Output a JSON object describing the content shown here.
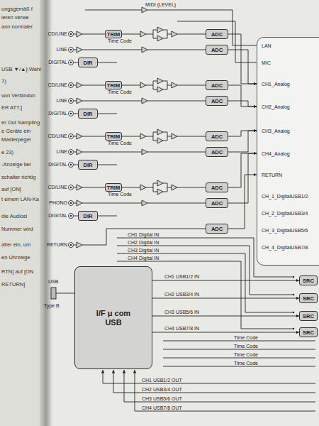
{
  "diagram": {
    "nodes": [
      {
        "text": [
          "TRIM"
        ]
      },
      {
        "text": [
          "ADC"
        ]
      },
      {
        "text": [
          "ADC"
        ]
      },
      {
        "text": [
          "DIR"
        ]
      },
      {
        "text": [
          "TRIM"
        ]
      },
      {
        "text": [
          "ADC"
        ]
      },
      {
        "text": [
          "ADC"
        ]
      },
      {
        "text": [
          "DIR"
        ]
      },
      {
        "text": [
          "TRIM"
        ]
      },
      {
        "text": [
          "ADC"
        ]
      },
      {
        "text": [
          "ADC"
        ]
      },
      {
        "text": [
          "DIR"
        ]
      },
      {
        "text": [
          "TRIM"
        ]
      },
      {
        "text": [
          "ADC"
        ]
      },
      {
        "text": [
          "ADC"
        ]
      },
      {
        "text": [
          "DIR"
        ]
      },
      {
        "text": [
          "ADC"
        ]
      },
      {
        "text": [
          "LAN",
          "MIC",
          "CH1_Analog",
          "CH2_Analog",
          "CH3_Analog",
          "CH4_Analog",
          "RETURN",
          "CH_1_DigitalUSB1/2",
          "CH_2_DigitalUSB3/4",
          "CH_3_DigitalUSB5/6",
          "CH_4_DigitalUSB7/8"
        ]
      },
      {
        "text": [
          "I/F μ com USB"
        ]
      },
      {
        "text": [
          "SRC"
        ]
      },
      {
        "text": [
          "SRC"
        ]
      },
      {
        "text": [
          "SRC"
        ]
      },
      {
        "text": [
          "SRC"
        ]
      }
    ],
    "edges": [
      {
        "from": 1,
        "to": 17,
        "arrow": "to"
      },
      {
        "from": 2,
        "to": 17,
        "arrow": "to"
      },
      {
        "from": 5,
        "to": 17,
        "arrow": "to"
      },
      {
        "from": 6,
        "to": 17,
        "arrow": "to"
      },
      {
        "from": 9,
        "to": 17,
        "arrow": "to"
      },
      {
        "from": 10,
        "to": 17,
        "arrow": "to"
      },
      {
        "from": 13,
        "to": 17,
        "arrow": "to"
      },
      {
        "from": 14,
        "to": 17,
        "arrow": "to"
      },
      {
        "from": 16,
        "to": 17,
        "arrow": "to"
      },
      {
        "from": 18,
        "to": 19,
        "arrow": "to"
      },
      {
        "from": 18,
        "to": 20,
        "arrow": "to"
      },
      {
        "from": 18,
        "to": 21,
        "arrow": "to"
      },
      {
        "from": 18,
        "to": 22,
        "arrow": "to"
      }
    ],
    "labels": [
      "MIDI (LEVEL)",
      "CD/LINE",
      "LINE",
      "DIGITAL",
      "Time Code",
      "CD/LINE",
      "LINE",
      "DIGITAL",
      "Time Code",
      "CD/LINE",
      "LINE",
      "DIGITAL",
      "Time Code",
      "CD/LINE",
      "PHONO",
      "DIGITAL",
      "Time Code",
      "RETURN",
      "CH1 Digital IN",
      "CH2 Digital IN",
      "CH3 Digital IN",
      "CH4 Digital IN",
      "USB",
      "Type B",
      "CH1 USB1/2 IN",
      "CH2 USB3/4 IN",
      "CH3 USB5/6 IN",
      "CH4 USB7/8 IN",
      "Time Code",
      "Time Code",
      "Time Code",
      "Time Code",
      "CH1 USB1/2 OUT",
      "CH2 USB3/4 OUT",
      "CH3 USB5/6 OUT",
      "CH4 USB7/8 OUT",
      "ungsgemäß f",
      "ieren verwe",
      "ann normaler",
      "USB ▼/▲]-Wahl",
      "7)",
      "von Verbindun",
      "ER ATT.]",
      "er Out Sampling",
      "e Geräte ein",
      "Masterpegel",
      "e 23)",
      "-Anzeige bei",
      "schalter richtig",
      "auf [ON]",
      "t einem LAN-Ka",
      "die Audiosi",
      "Nummer wird",
      "alter ein, um",
      "en Uhrzeige",
      "RTN] auf [ON",
      "RETURN]"
    ]
  }
}
